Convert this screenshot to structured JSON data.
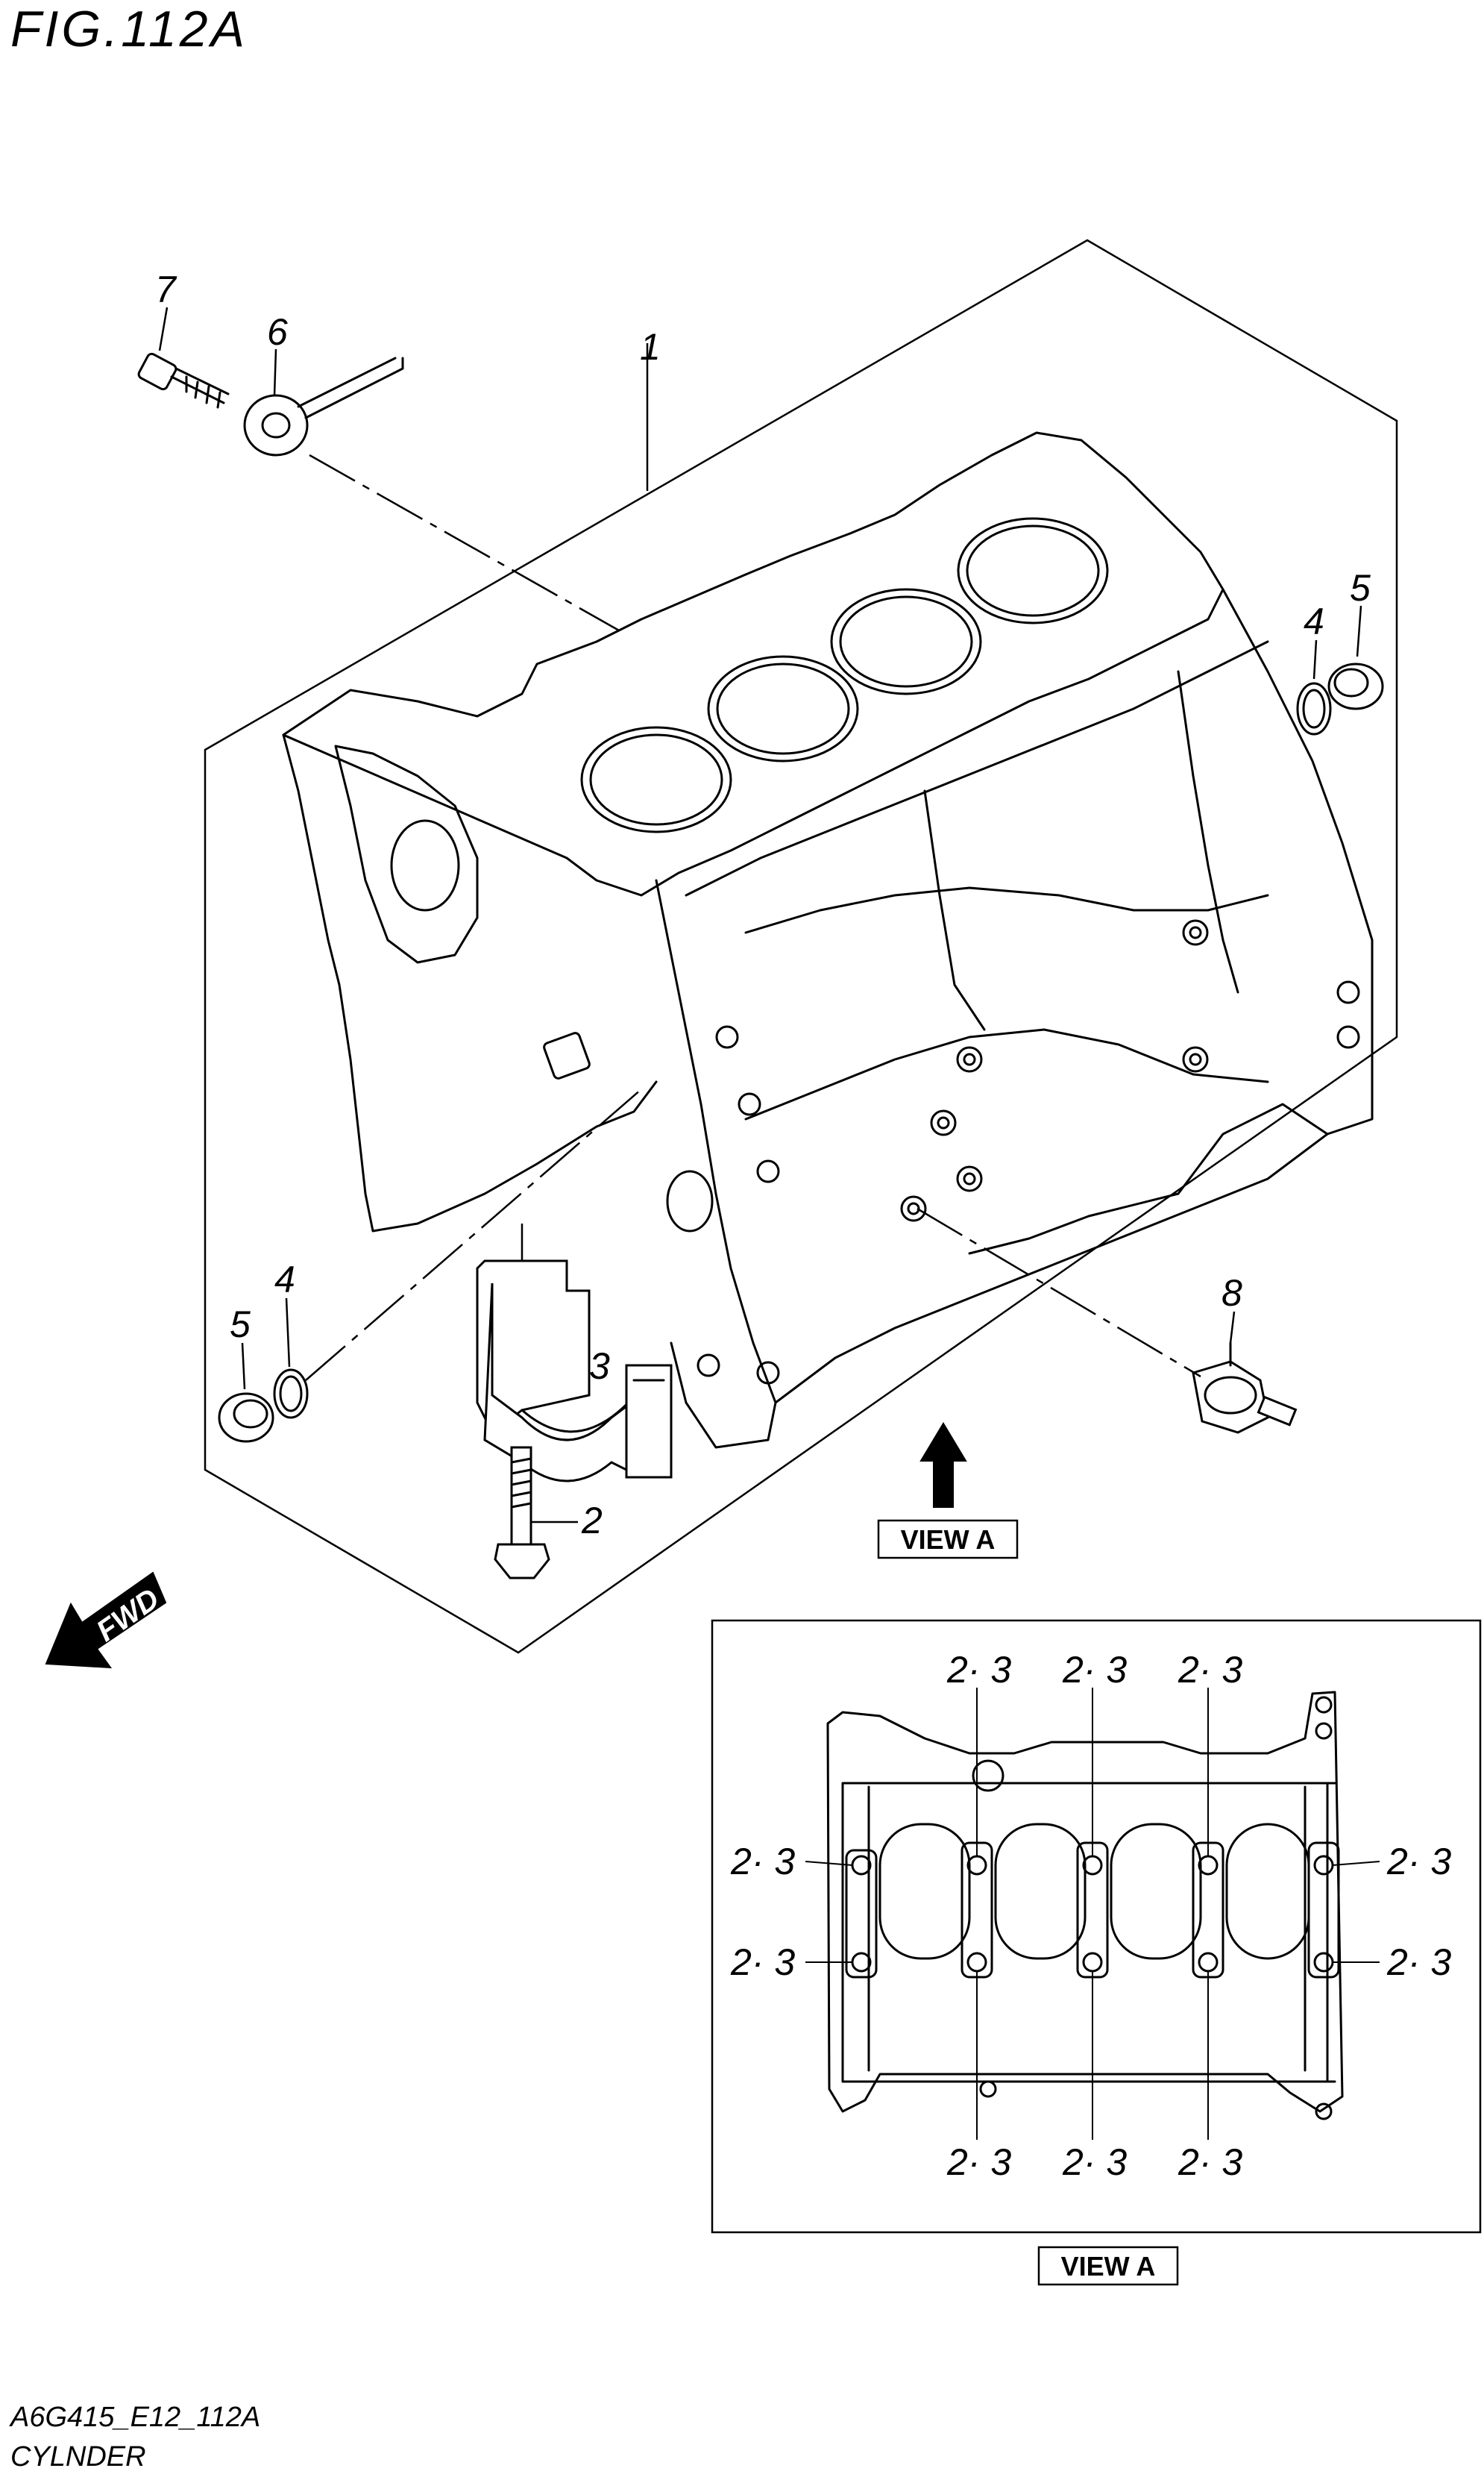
{
  "figure": {
    "title": "FIG.112A",
    "code": "A6G415_E12_112A",
    "name": "CYLNDER"
  },
  "callouts": {
    "block": "1",
    "bolt": "2",
    "dowel": "3",
    "gasket_right": "4",
    "plug_right": "5",
    "gasket_left": "4",
    "plug_left": "5",
    "knock_sensor": "6",
    "knock_sensor_bolt": "7",
    "oil_pressure_switch": "8"
  },
  "fwd_label": "FWD",
  "view_a": {
    "label_main": "VIEW A",
    "label_inset": "VIEW A",
    "callout": "2· 3"
  },
  "icons": {
    "fwd_arrow": "fwd-arrow-icon",
    "view_arrow": "up-arrow-icon"
  }
}
